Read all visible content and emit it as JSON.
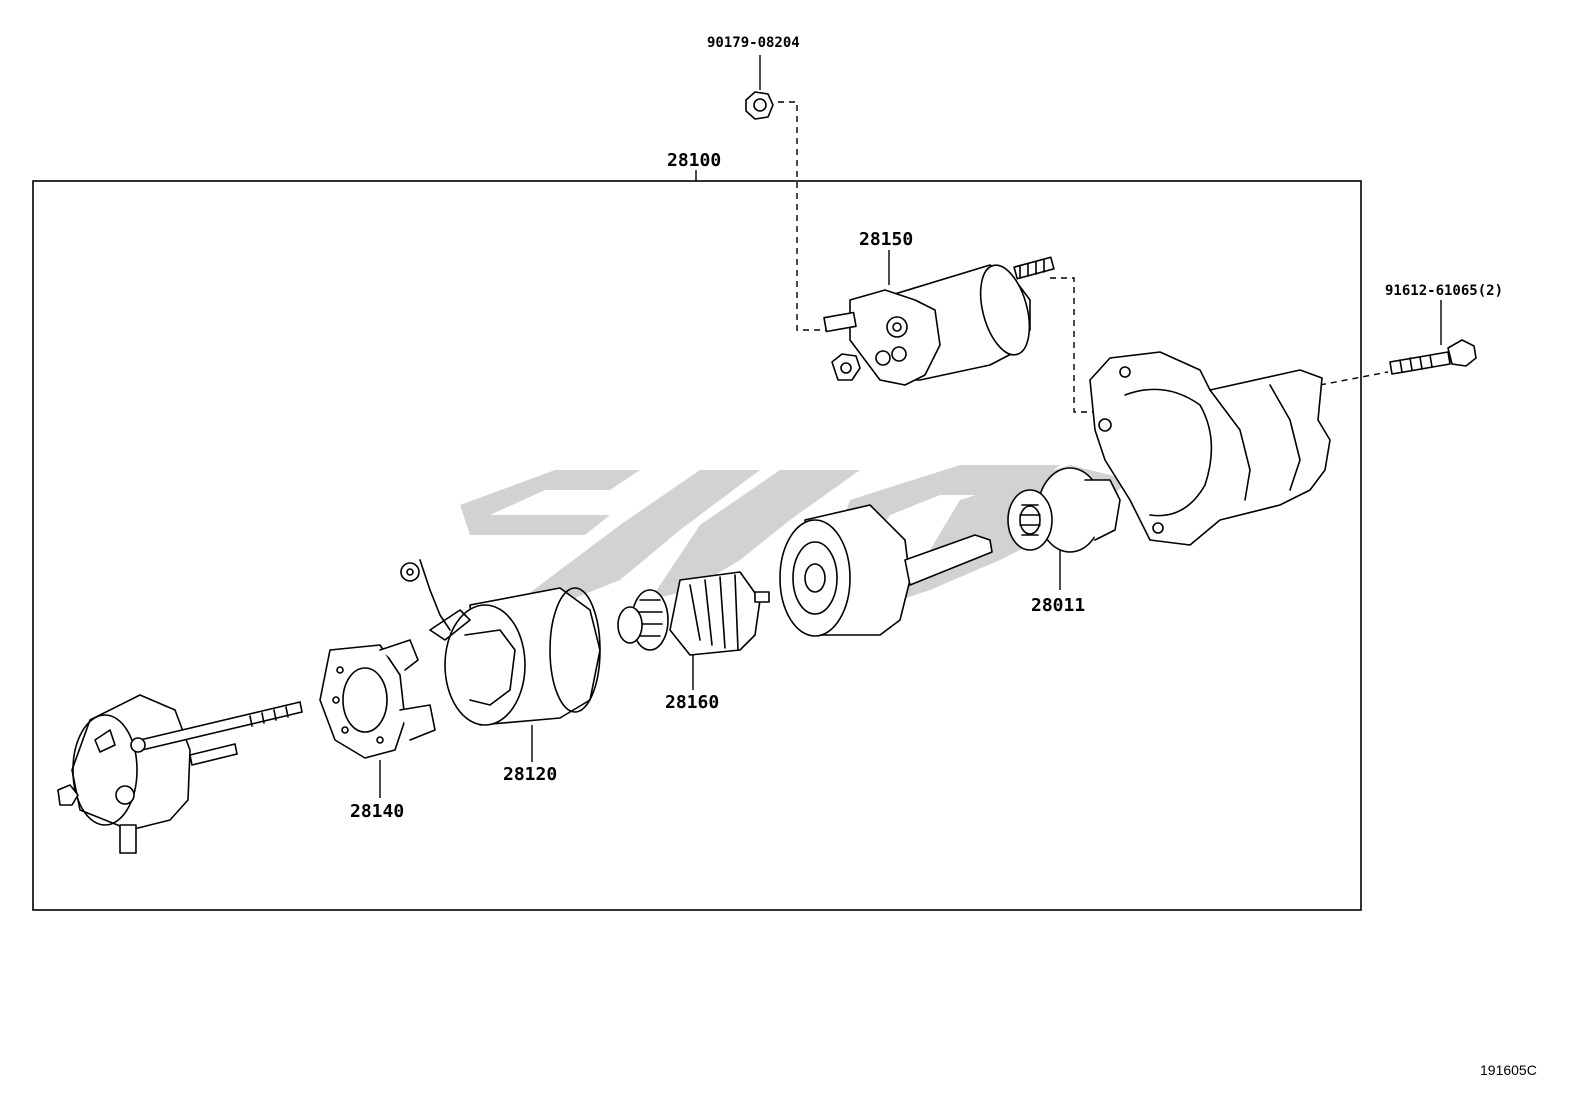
{
  "diagram": {
    "parts": [
      {
        "id": "p-90179",
        "label": "90179-08204"
      },
      {
        "id": "p-28100",
        "label": "28100"
      },
      {
        "id": "p-28150",
        "label": "28150"
      },
      {
        "id": "p-91612",
        "label": "91612-61065(2)"
      },
      {
        "id": "p-28011",
        "label": "28011"
      },
      {
        "id": "p-28160",
        "label": "28160"
      },
      {
        "id": "p-28120",
        "label": "28120"
      },
      {
        "id": "p-28140",
        "label": "28140"
      }
    ],
    "reference_code": "191605C"
  }
}
